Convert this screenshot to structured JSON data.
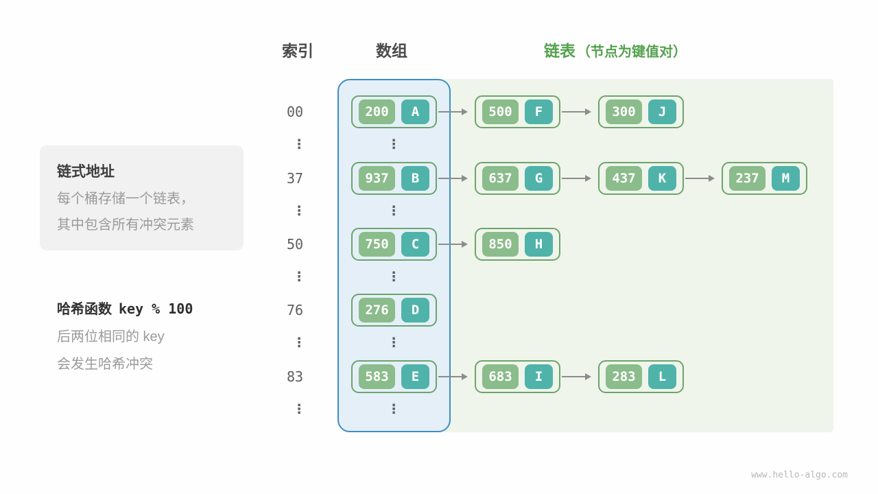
{
  "header": {
    "index_label": "索引",
    "array_label": "数组",
    "list_label": "链表",
    "list_note": "（节点为键值对）"
  },
  "sidebar": {
    "box_title": "链式地址",
    "box_line1": "每个桶存储一个链表，",
    "box_line2": "其中包含所有冲突元素",
    "hash_label": "哈希函数",
    "hash_code": "key % 100",
    "hash_line1": "后两位相同的 key",
    "hash_line2": "会发生哈希冲突"
  },
  "rows": [
    {
      "index": "00",
      "nodes": [
        {
          "key": "200",
          "val": "A"
        },
        {
          "key": "500",
          "val": "F"
        },
        {
          "key": "300",
          "val": "J"
        }
      ]
    },
    {
      "index": "37",
      "nodes": [
        {
          "key": "937",
          "val": "B"
        },
        {
          "key": "637",
          "val": "G"
        },
        {
          "key": "437",
          "val": "K"
        },
        {
          "key": "237",
          "val": "M"
        }
      ]
    },
    {
      "index": "50",
      "nodes": [
        {
          "key": "750",
          "val": "C"
        },
        {
          "key": "850",
          "val": "H"
        }
      ]
    },
    {
      "index": "76",
      "nodes": [
        {
          "key": "276",
          "val": "D"
        }
      ]
    },
    {
      "index": "83",
      "nodes": [
        {
          "key": "583",
          "val": "E"
        },
        {
          "key": "683",
          "val": "I"
        },
        {
          "key": "283",
          "val": "L"
        }
      ]
    }
  ],
  "ellipsis_glyph": "⋮",
  "footer": "www.hello-algo.com",
  "colors": {
    "key_cell": "#8BBC8B",
    "value_cell": "#50B3AA",
    "node_border": "#6CA46C",
    "array_fill": "#E4EFF8",
    "array_border": "#3E8EC4",
    "list_bg": "#EFF5EB",
    "accent_green": "#55A14E",
    "arrow": "#8C8C8C",
    "sidebar_box": "#F1F1F1"
  }
}
